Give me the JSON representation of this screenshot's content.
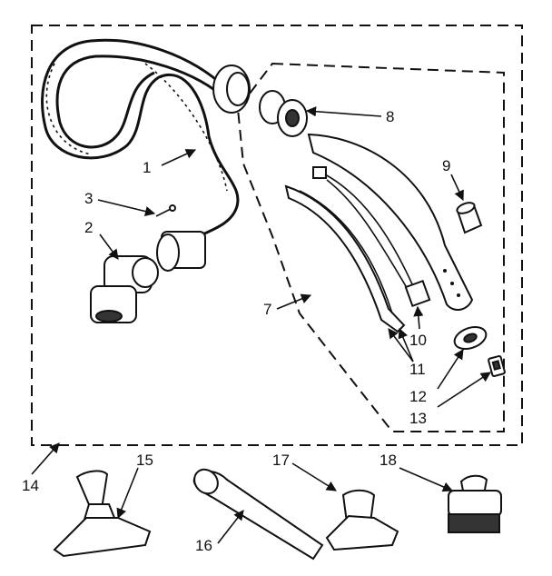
{
  "labels": {
    "l1": "1",
    "l2": "2",
    "l3": "3",
    "l7": "7",
    "l8": "8",
    "l9": "9",
    "l10": "10",
    "l11": "11",
    "l12": "12",
    "l13": "13",
    "l14": "14",
    "l15": "15",
    "l16": "16",
    "l17": "17",
    "l18": "18"
  }
}
